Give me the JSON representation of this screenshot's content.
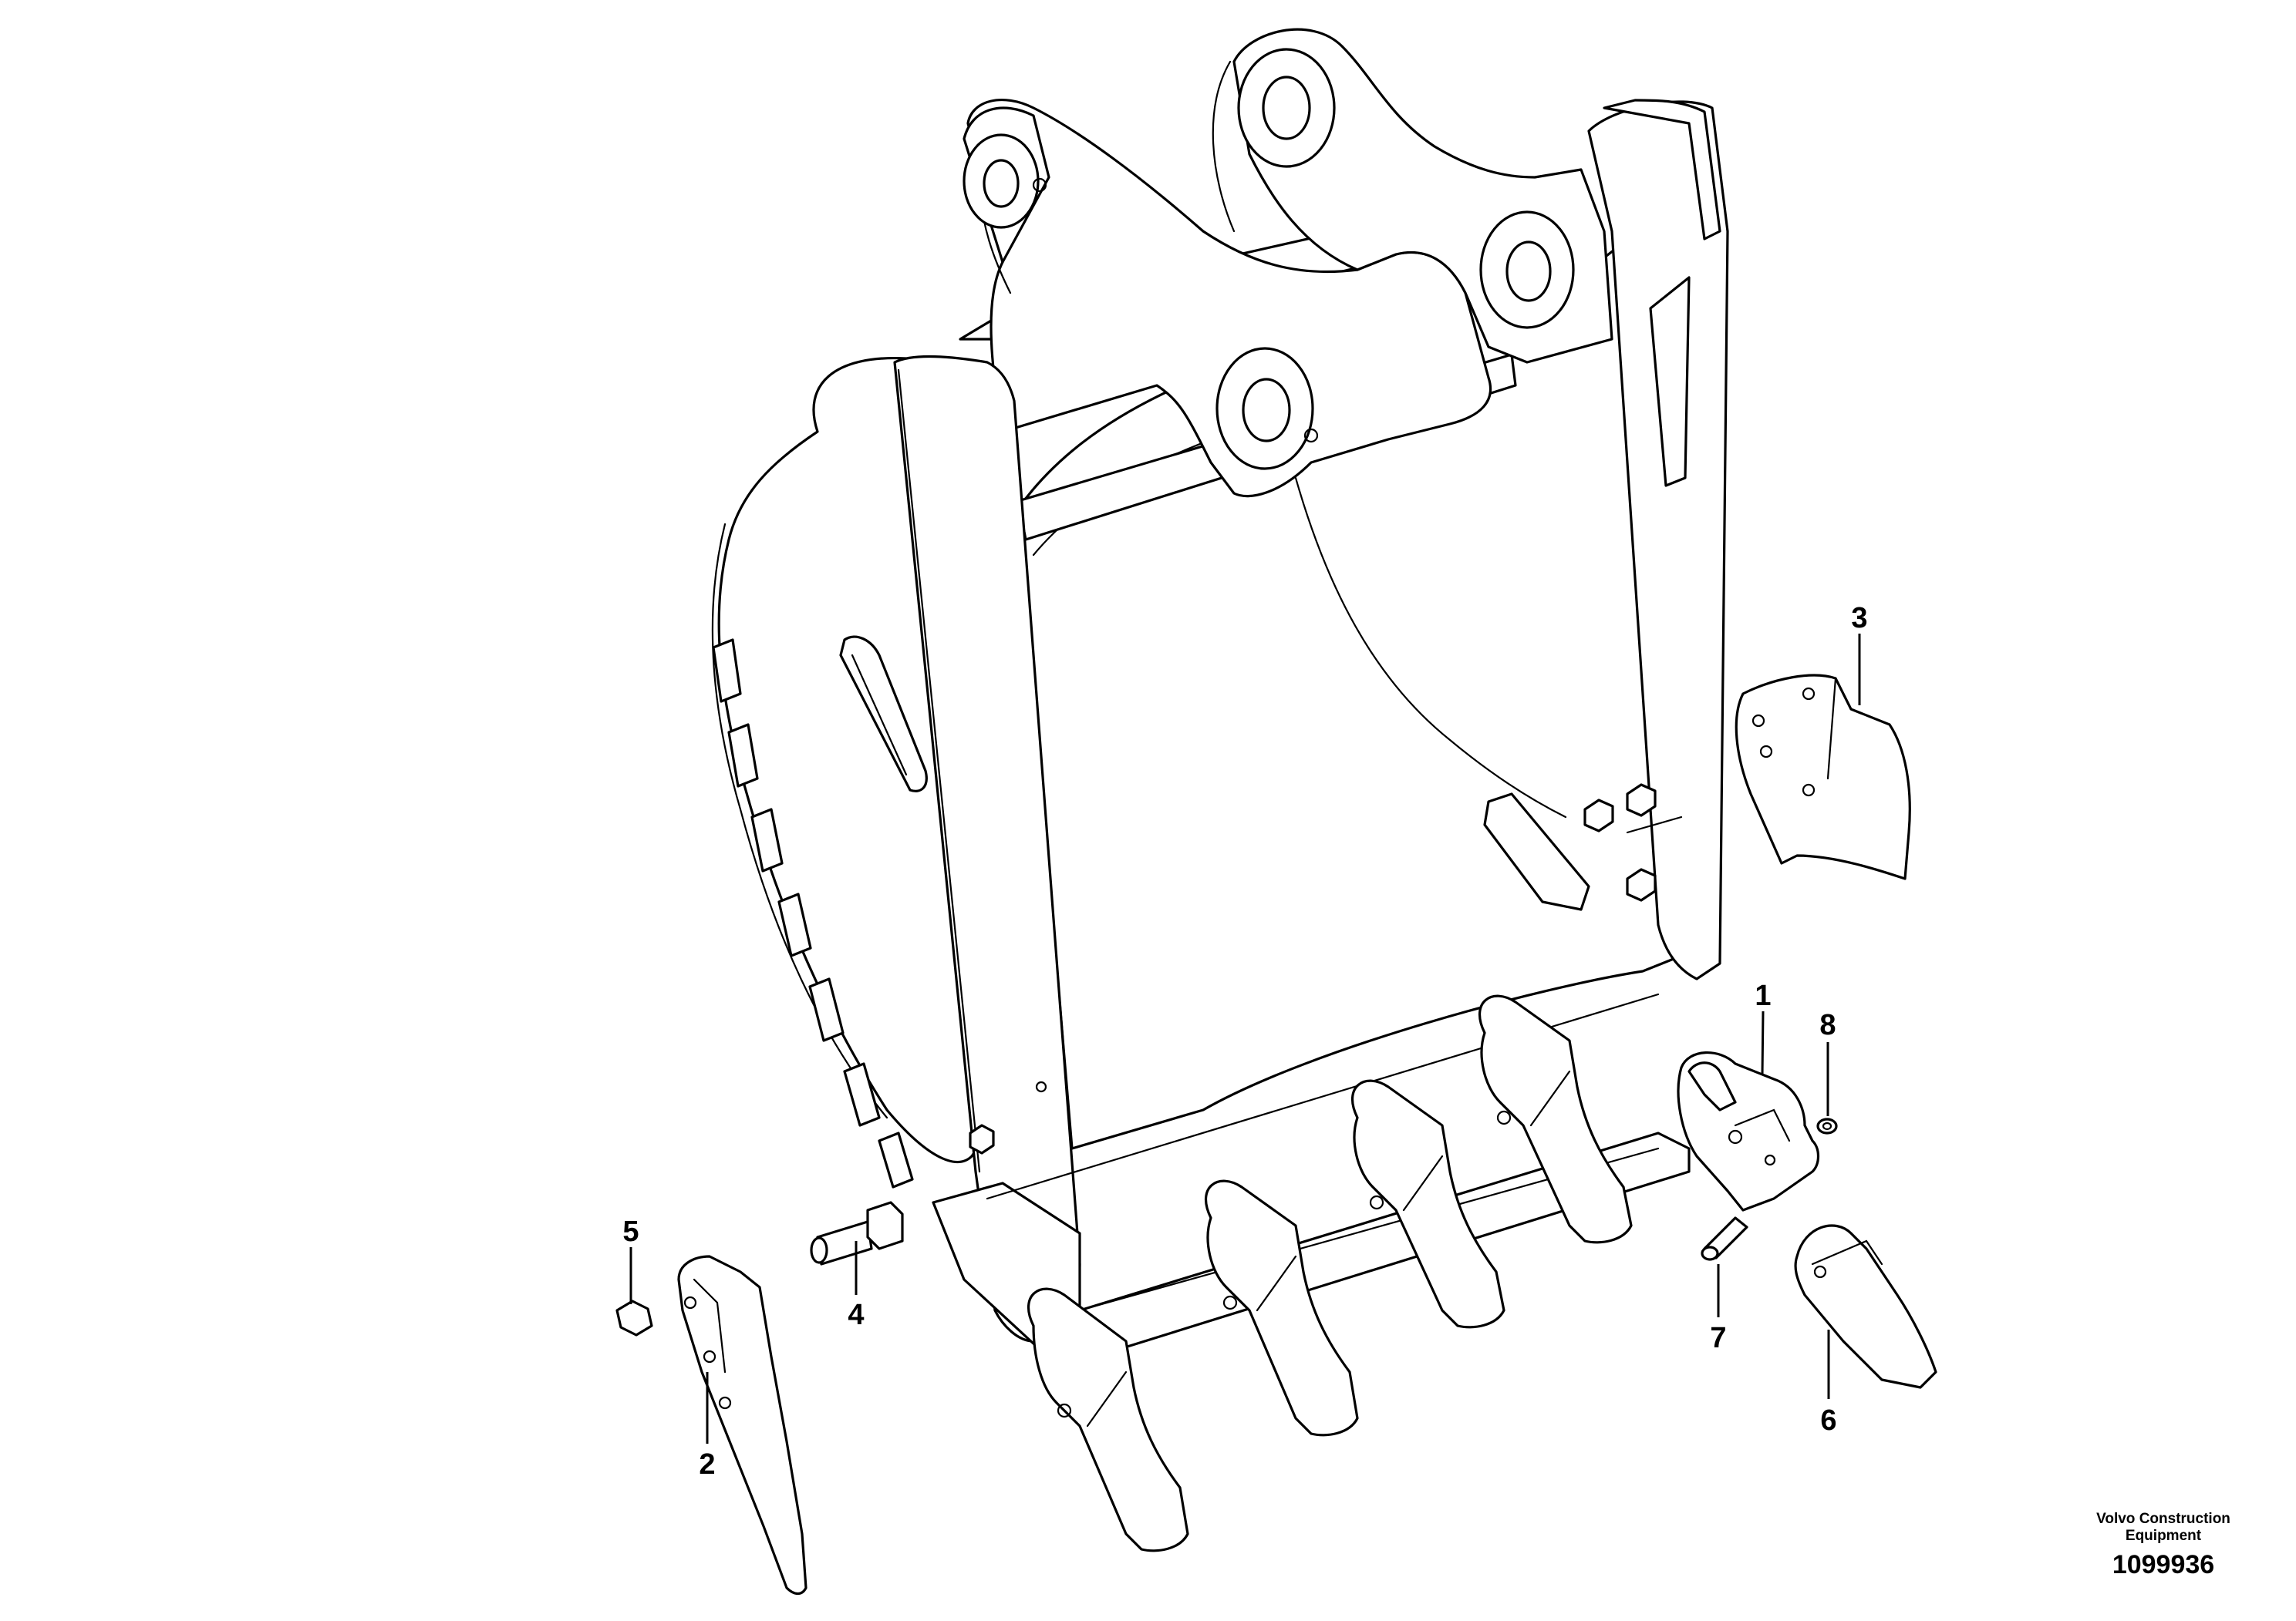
{
  "callouts": {
    "c1": "1",
    "c2": "2",
    "c3": "3",
    "c4": "4",
    "c5": "5",
    "c6": "6",
    "c7": "7",
    "c8": "8"
  },
  "footer": {
    "company_line1": "Volvo Construction",
    "company_line2": "Equipment",
    "drawing_number": "1099936"
  }
}
